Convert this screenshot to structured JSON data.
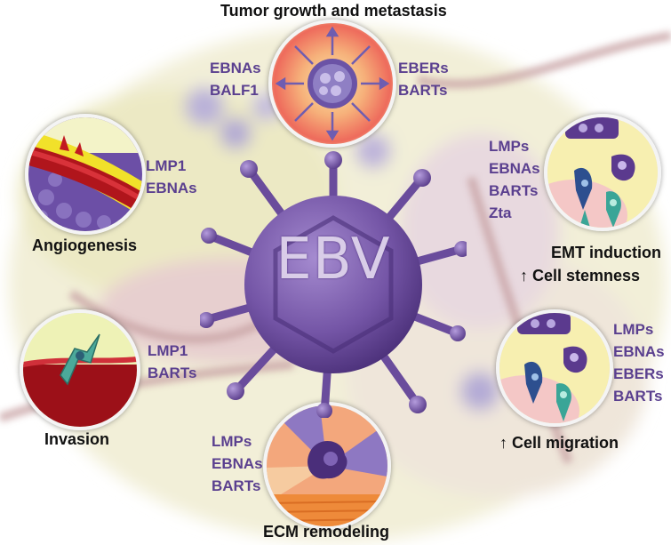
{
  "titles": {
    "top": "Tumor growth and metastasis",
    "angiogenesis": "Angiogenesis",
    "invasion": "Invasion",
    "ecm": "ECM remodeling",
    "emt_line1": "EMT induction",
    "emt_line2": "↑ Cell stemness",
    "migration": "↑ Cell migration"
  },
  "center": {
    "label": "EBV"
  },
  "genes": {
    "top_left": [
      "EBNAs",
      "BALF1"
    ],
    "top_right": [
      "EBERs",
      "BARTs"
    ],
    "angiogenesis": [
      "LMP1",
      "EBNAs"
    ],
    "invasion": [
      "LMP1",
      "BARTs"
    ],
    "ecm": [
      "LMPs",
      "EBNAs",
      "BARTs"
    ],
    "emt": [
      "LMPs",
      "EBNAs",
      "BARTs",
      "Zta"
    ],
    "migration": [
      "LMPs",
      "EBNAs",
      "EBERs",
      "BARTs"
    ]
  },
  "colors": {
    "gene_text": "#5a3f8f",
    "title_text": "#111111",
    "virus": "#7b5aa8"
  }
}
